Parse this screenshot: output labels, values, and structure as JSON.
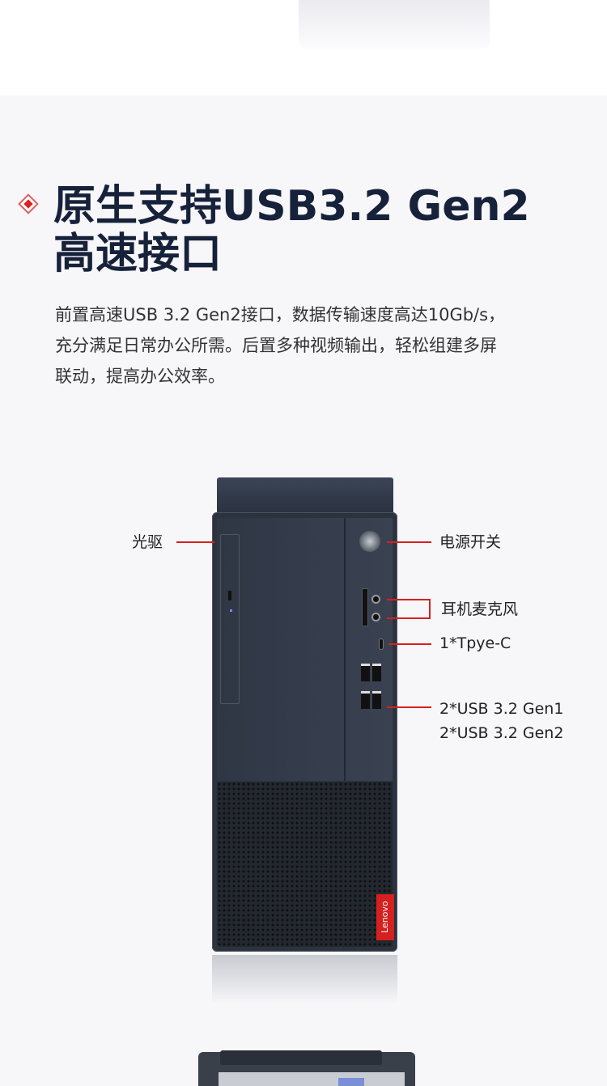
{
  "section": {
    "title_line1": "原生支持USB3.2 Gen2",
    "title_line2": "高速接口",
    "description": [
      "前置高速USB 3.2 Gen2接口，数据传输速度高达10Gb/s，",
      "充分满足日常办公所需。后置多种视频输出，轻松组建多屏",
      "联动，提高办公效率。"
    ]
  },
  "callouts": {
    "optical_drive": "光驱",
    "power_switch": "电源开关",
    "audio": "耳机麦克风",
    "type_c": "1*Tpye-C",
    "usb_gen1": "2*USB 3.2 Gen1",
    "usb_gen2": "2*USB 3.2 Gen2"
  },
  "brand": "Lenovo",
  "colors": {
    "accent": "#d82020",
    "title": "#16213a"
  }
}
